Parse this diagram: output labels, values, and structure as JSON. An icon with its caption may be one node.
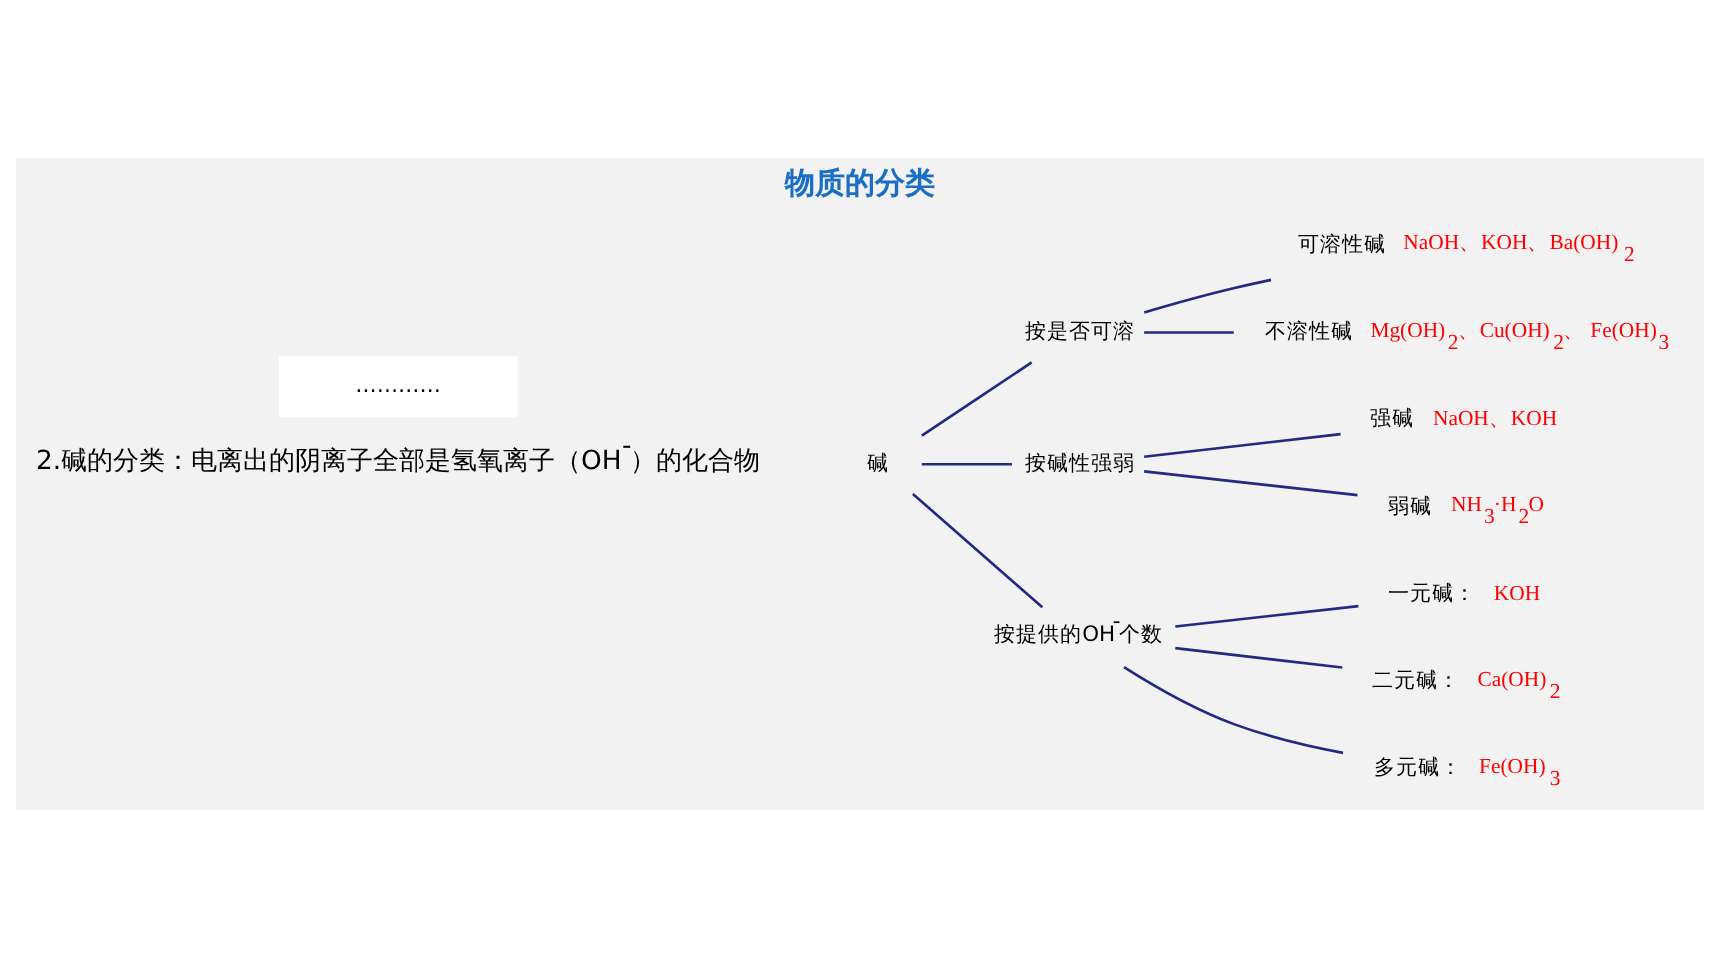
{
  "diagram": {
    "title": "物质的分类",
    "nodes": [
      {
        "text": [
          "碱"
        ]
      },
      {
        "text": [
          "按是否可溶"
        ]
      },
      {
        "text": [
          "可溶性碱"
        ],
        "beside": [
          "NaOH、KOH、Ba(OH)$_{2}$"
        ]
      },
      {
        "text": [
          "不溶性碱"
        ],
        "beside": [
          "Mg(OH)$_{2}$、Cu(OH)$_{2}$、 Fe(OH)$_{3}$"
        ]
      },
      {
        "text": [
          "按碱性强弱"
        ]
      },
      {
        "text": [
          "强碱"
        ],
        "beside": [
          "NaOH、KOH"
        ]
      },
      {
        "text": [
          "弱碱"
        ],
        "beside": [
          "NH$_{3}$·H$_{2}$O"
        ]
      },
      {
        "text": [
          "按提供的OH$^{-}$个数"
        ]
      },
      {
        "text": [
          "一元碱："
        ],
        "beside": [
          "KOH"
        ]
      },
      {
        "text": [
          "二元碱："
        ],
        "beside": [
          "Ca(OH)$_{2}$"
        ]
      },
      {
        "text": [
          "多元碱："
        ],
        "beside": [
          "Fe(OH)$_{3}$"
        ]
      },
      {
        "text": [
          "…………"
        ]
      }
    ],
    "edges": [
      {
        "from": 0,
        "to": 1,
        "arrow": "none"
      },
      {
        "from": 0,
        "to": 4,
        "arrow": "none"
      },
      {
        "from": 0,
        "to": 7,
        "arrow": "none"
      },
      {
        "from": 1,
        "to": 2,
        "arrow": "none"
      },
      {
        "from": 1,
        "to": 3,
        "arrow": "none"
      },
      {
        "from": 4,
        "to": 5,
        "arrow": "none"
      },
      {
        "from": 4,
        "to": 6,
        "arrow": "none"
      },
      {
        "from": 7,
        "to": 8,
        "arrow": "none"
      },
      {
        "from": 7,
        "to": 9,
        "arrow": "none"
      },
      {
        "from": 7,
        "to": 10,
        "arrow": "none"
      }
    ],
    "labels": [
      "2.碱的分类：电离出的阴离子全部是氢氧离子（OH$^{-}$）的化合物"
    ]
  }
}
